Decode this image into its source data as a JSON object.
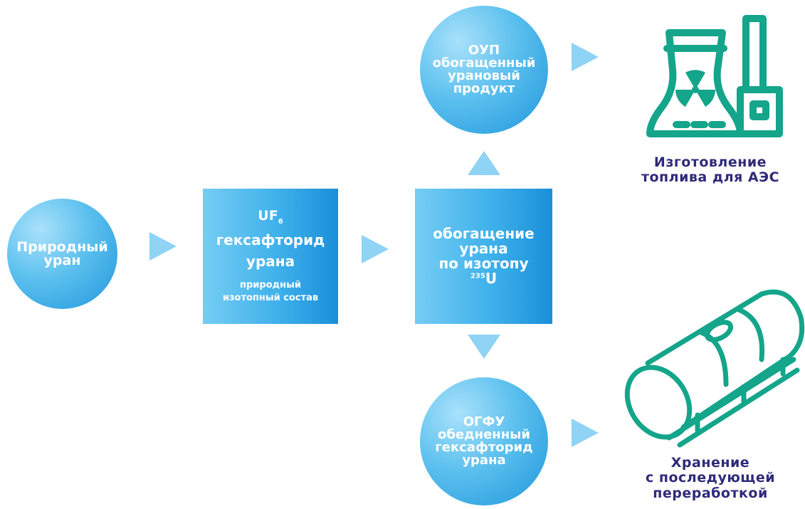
{
  "nodes": {
    "natural": {
      "line1": "Природный",
      "line2": "уран"
    },
    "uf6": {
      "formula_base": "UF",
      "formula_sub": "6",
      "line1": "гексафторид",
      "line2": "урана",
      "note1": "природный",
      "note2": "изотопный состав"
    },
    "enrich": {
      "line1": "обогащение",
      "line2": "урана",
      "line3": "по изотопу",
      "isotope_mass": "235",
      "isotope_symbol": "U"
    },
    "oup": {
      "line1": "ОУП",
      "line2": "обогащенный",
      "line3": "урановый",
      "line4": "продукт"
    },
    "ogfu": {
      "line1": "ОГФУ",
      "line2": "обедненный",
      "line3": "гексафторид",
      "line4": "урана"
    }
  },
  "outputs": {
    "fuel": {
      "line1": "Изготовление",
      "line2": "топлива для АЭС",
      "icon": "nuclear-plant-icon"
    },
    "storage": {
      "line1": "Хранение",
      "line2": "с последующей",
      "line3": "переработкой",
      "icon": "storage-cylinder-icon"
    }
  },
  "colors": {
    "node_light": "#a9e1fb",
    "node_dark": "#1f96dc",
    "arrow": "#8fd3f5",
    "icon": "#14a58a",
    "caption": "#2e2a7a"
  }
}
